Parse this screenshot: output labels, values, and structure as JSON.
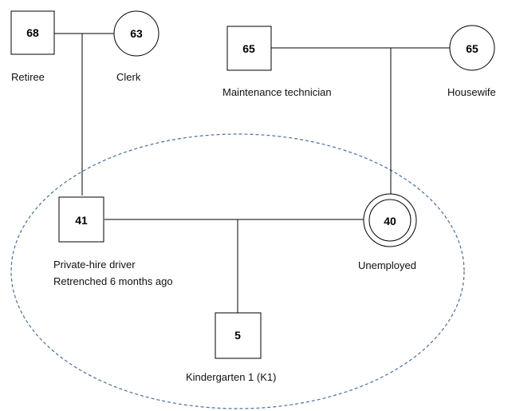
{
  "genogram": {
    "paternal_grandfather": {
      "age": "68",
      "label": "Retiree"
    },
    "paternal_grandmother": {
      "age": "63",
      "label": "Clerk"
    },
    "maternal_grandfather": {
      "age": "65",
      "label": "Maintenance technician"
    },
    "maternal_grandmother": {
      "age": "65",
      "label": "Housewife"
    },
    "father": {
      "age": "41",
      "label_line1": "Private-hire driver",
      "label_line2": "Retrenched 6 months  ago"
    },
    "mother": {
      "age": "40",
      "label": "Unemployed"
    },
    "child": {
      "age": "5",
      "label": "Kindergarten 1 (K1)"
    }
  }
}
